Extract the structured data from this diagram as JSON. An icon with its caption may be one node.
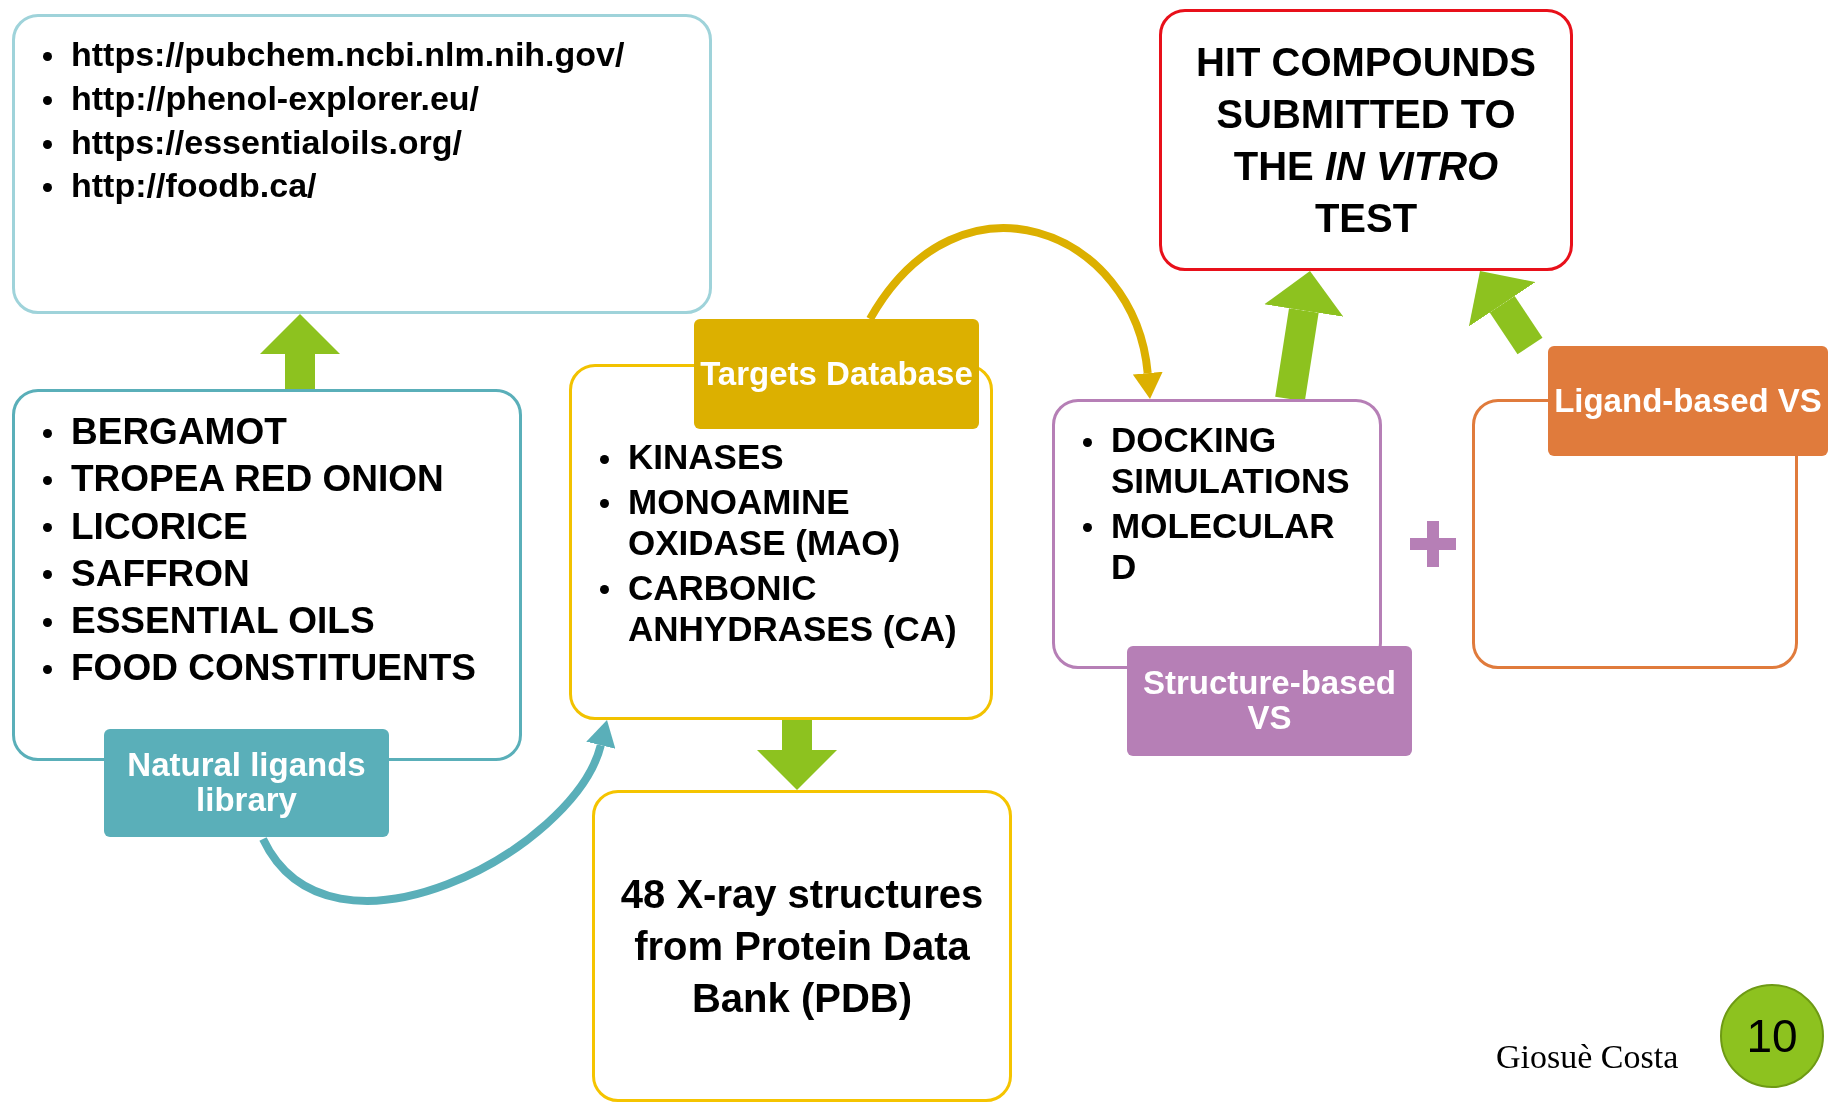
{
  "diagram": {
    "nodes": [
      {
        "text": [
          "https://pubchem.ncbi.nlm.nih.gov/",
          "http://phenol-explorer.eu/",
          "https://essentialoils.org/",
          "http://foodb.ca/"
        ]
      },
      {
        "text": [
          "BERGAMOT",
          "TROPEA RED ONION",
          "LICORICE",
          "SAFFRON",
          "ESSENTIAL OILS",
          "FOOD CONSTITUENTS",
          "Natural ligands library"
        ]
      },
      {
        "text": [
          "Targets Database",
          "KINASES",
          "MONOAMINE OXIDASE (MAO)",
          "CARBONIC ANHYDRASES (CA)"
        ]
      },
      {
        "text": [
          "48 X-ray structures from Protein Data Bank (PDB)"
        ]
      },
      {
        "text": [
          "DOCKING SIMULATIONS",
          "MOLECULAR D",
          "Structure-based VS"
        ]
      },
      {
        "text": [
          "Ligand-based VS"
        ]
      },
      {
        "text": [
          "HIT COMPOUNDS SUBMITTED TO THE *IN VITRO* TEST"
        ]
      }
    ],
    "edges": [
      {
        "from": 1,
        "to": 0,
        "arrow": "to"
      },
      {
        "from": 1,
        "to": 2,
        "arrow": "to",
        "color": "#5aafb9"
      },
      {
        "from": 2,
        "to": 3,
        "arrow": "to"
      },
      {
        "from": 2,
        "to": 4,
        "arrow": "to",
        "color": "#dcb000"
      },
      {
        "from": 4,
        "to": 6,
        "arrow": "to"
      },
      {
        "from": 5,
        "to": 6,
        "arrow": "to"
      }
    ],
    "labels": [
      "Giosuè Costa",
      "10"
    ]
  }
}
